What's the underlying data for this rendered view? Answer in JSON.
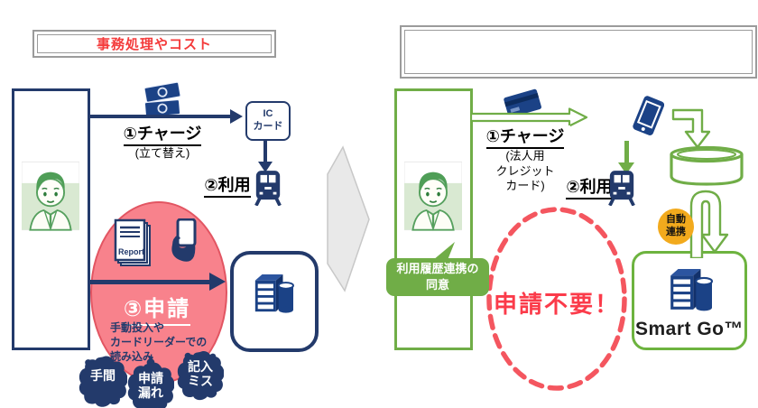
{
  "left_panel": {
    "title": "事務処理やコスト",
    "step1_label": "①チャージ",
    "step1_note": "(立て替え)",
    "ic_card_label": "IC\nカード",
    "step2_label": "②利用",
    "step3_label": "③申請",
    "report_label": "Report",
    "manual_note": "手動投入や\nカードリーダーでの\n読み込み",
    "pain_points": [
      "手間",
      "申請\n漏れ",
      "記入\nミス"
    ]
  },
  "right_panel": {
    "step1_label": "①チャージ",
    "step1_note": "(法人用\nクレジット\nカード)",
    "step2_label": "②利用",
    "consent_label": "利用履歴連携の\n同意",
    "auto_link_label": "自動\n連携",
    "no_apply_label": "申請不要！",
    "product_name": "Smart Go™"
  },
  "colors": {
    "navy": "#233a6b",
    "icon_blue": "#1b4286",
    "green": "#70ad47",
    "pink_fill": "#f8828c",
    "red_text": "#fb3b4a",
    "dash_red": "#f4565f",
    "orange": "#f2aa1d",
    "title_red": "#f43b3b",
    "gray_arrow": "#e9e9e9"
  }
}
